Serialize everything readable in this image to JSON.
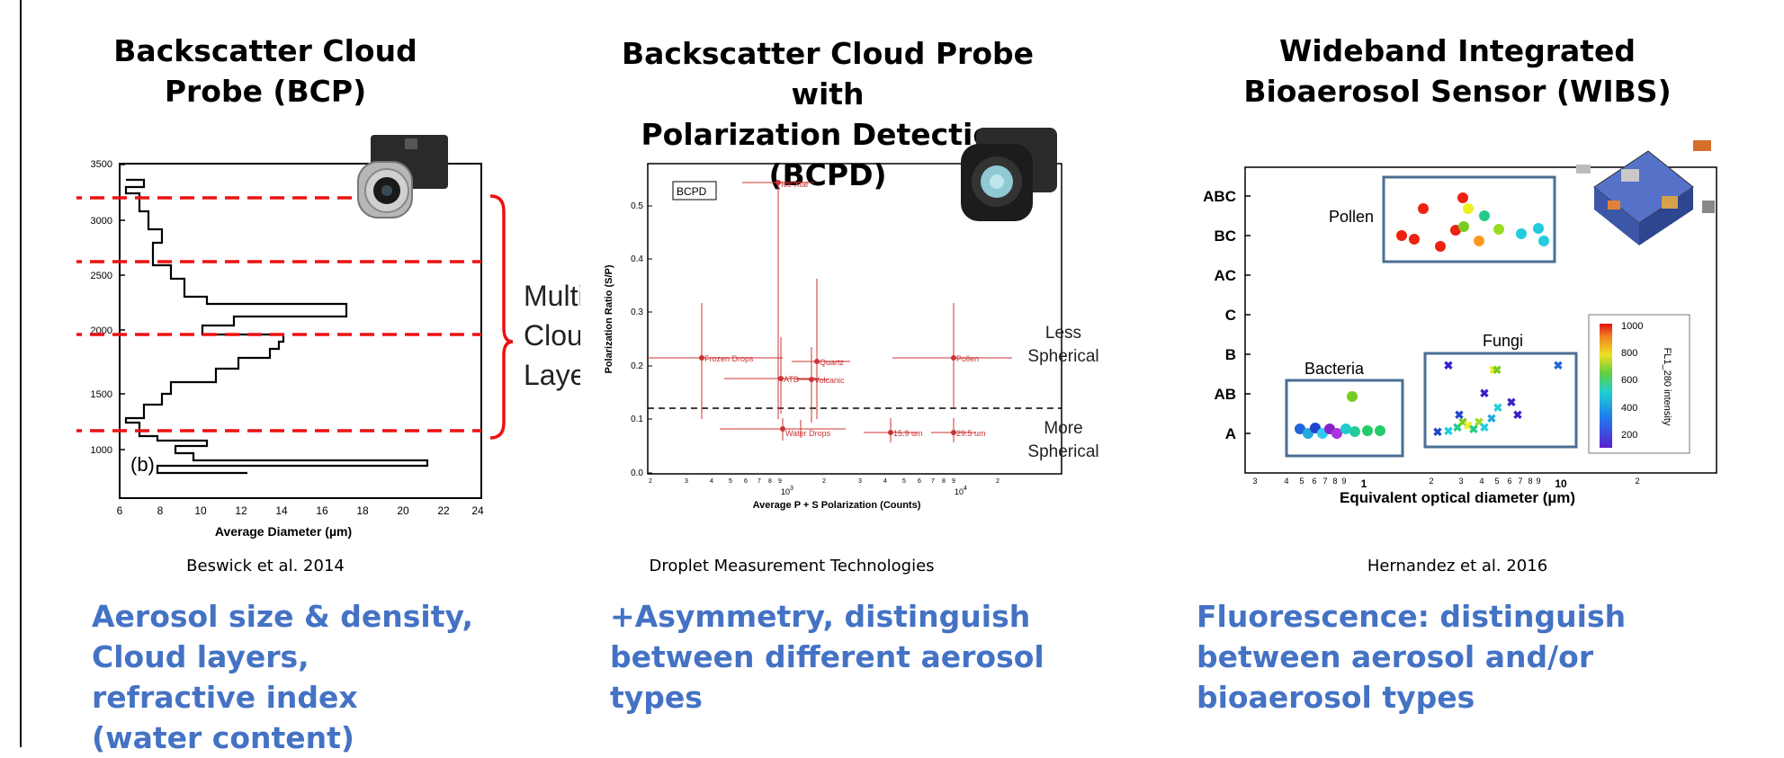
{
  "panels": [
    {
      "title_lines": [
        "Backscatter Cloud",
        "Probe (BCP)"
      ],
      "credit": "Beswick et al. 2014",
      "desc_lines": [
        "Aerosol size & density,",
        "Cloud layers,",
        "refractive index",
        "(water content)"
      ],
      "chart": {
        "xlabel": "Average Diameter (µm)",
        "x_ticks": [
          "6",
          "8",
          "10",
          "12",
          "14",
          "16",
          "18",
          "20",
          "22",
          "24"
        ],
        "y_ticks": [
          "1000",
          "1500",
          "2000",
          "2500",
          "3000",
          "3500"
        ],
        "panel_label": "(b)",
        "annotation_lines": [
          "Multiple",
          "Cloud",
          "Layers"
        ]
      }
    },
    {
      "title_lines": [
        "Backscatter Cloud Probe with",
        "Polarization Detection (BCPD)"
      ],
      "credit": "Droplet Measurement Technologies",
      "desc_lines": [
        "+Asymmetry, distinguish",
        "between different aerosol",
        "types"
      ],
      "chart": {
        "legend": "BCPD",
        "xlabel": "Average P + S Polarization (Counts)",
        "ylabel": "Polarization Ratio (S/P)",
        "y_ticks": [
          "0.0",
          "0.1",
          "0.2",
          "0.3",
          "0.4",
          "0.5"
        ],
        "x_major": [
          "10",
          "10"
        ],
        "x_exp": [
          "3",
          "4"
        ],
        "x_minor": [
          "2",
          "3",
          "4",
          "5",
          "6",
          "7",
          "8",
          "9",
          "2",
          "3",
          "4",
          "5",
          "6",
          "7",
          "8",
          "9",
          "2"
        ],
        "point_labels": [
          "Ice Xtal",
          "Frozen Drops",
          "Quartz",
          "ATD",
          "Volcanic",
          "Pollen",
          "Water Drops",
          "15.9 um",
          "29.5 um"
        ],
        "less_spherical": [
          "Less",
          "Spherical"
        ],
        "more_spherical": [
          "More",
          "Spherical"
        ]
      }
    },
    {
      "title_lines": [
        "Wideband Integrated",
        "Bioaerosol Sensor (WIBS)"
      ],
      "credit": "Hernandez et al. 2016",
      "desc_lines": [
        "Fluorescence: distinguish",
        "between aerosol and/or",
        "bioaerosol types"
      ],
      "chart": {
        "y_categories": [
          "ABC",
          "BC",
          "AC",
          "C",
          "B",
          "AB",
          "A"
        ],
        "xlabel": "Equivalent optical diameter (µm)",
        "x_major": [
          "1",
          "10"
        ],
        "x_minor": [
          "3",
          "4",
          "5",
          "6",
          "7",
          "8",
          "9",
          "2",
          "3",
          "4",
          "5",
          "6",
          "7",
          "8",
          "9",
          "2"
        ],
        "groups": [
          "Pollen",
          "Bacteria",
          "Fungi"
        ],
        "colorbar_label": "FL1_280 intensity",
        "colorbar_ticks": [
          "1000",
          "800",
          "600",
          "400",
          "200"
        ]
      }
    }
  ]
}
